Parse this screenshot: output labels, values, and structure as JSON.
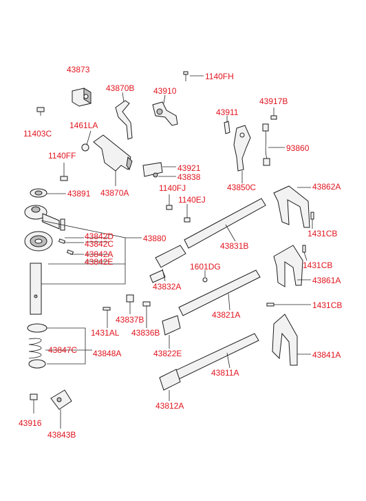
{
  "colors": {
    "label": "#e1141e",
    "line": "#222222",
    "part_fill": "#f2f2f2",
    "part_shade": "#bdbdbd"
  },
  "labels": {
    "p43873": "43873",
    "p1140FH": "1140FH",
    "p43870B": "43870B",
    "p43910": "43910",
    "p43911": "43911",
    "p43917B": "43917B",
    "p11403C": "11403C",
    "p1461LA": "1461LA",
    "p93860": "93860",
    "p1140FF": "1140FF",
    "p43921": "43921",
    "p43838": "43838",
    "p43891": "43891",
    "p43870A": "43870A",
    "p1140FJ": "1140FJ",
    "p43850C": "43850C",
    "p43862A": "43862A",
    "p1140EJ": "1140EJ",
    "p43842D": "43842D",
    "p43842C": "43842C",
    "p43842A": "43842A",
    "p43842E": "43842E",
    "p43880": "43880",
    "p43831B": "43831B",
    "p1431CB_1": "1431CB",
    "p1431CB_2": "1431CB",
    "p1431CB_3": "1431CB",
    "p1601DG": "1601DG",
    "p43832A": "43832A",
    "p43861A": "43861A",
    "p43821A": "43821A",
    "p1431AL": "1431AL",
    "p43837B": "43837B",
    "p43836B": "43836B",
    "p43847C": "43847C",
    "p43848A": "43848A",
    "p43822E": "43822E",
    "p43841A": "43841A",
    "p43811A": "43811A",
    "p43812A": "43812A",
    "p43916": "43916",
    "p43843B": "43843B"
  }
}
